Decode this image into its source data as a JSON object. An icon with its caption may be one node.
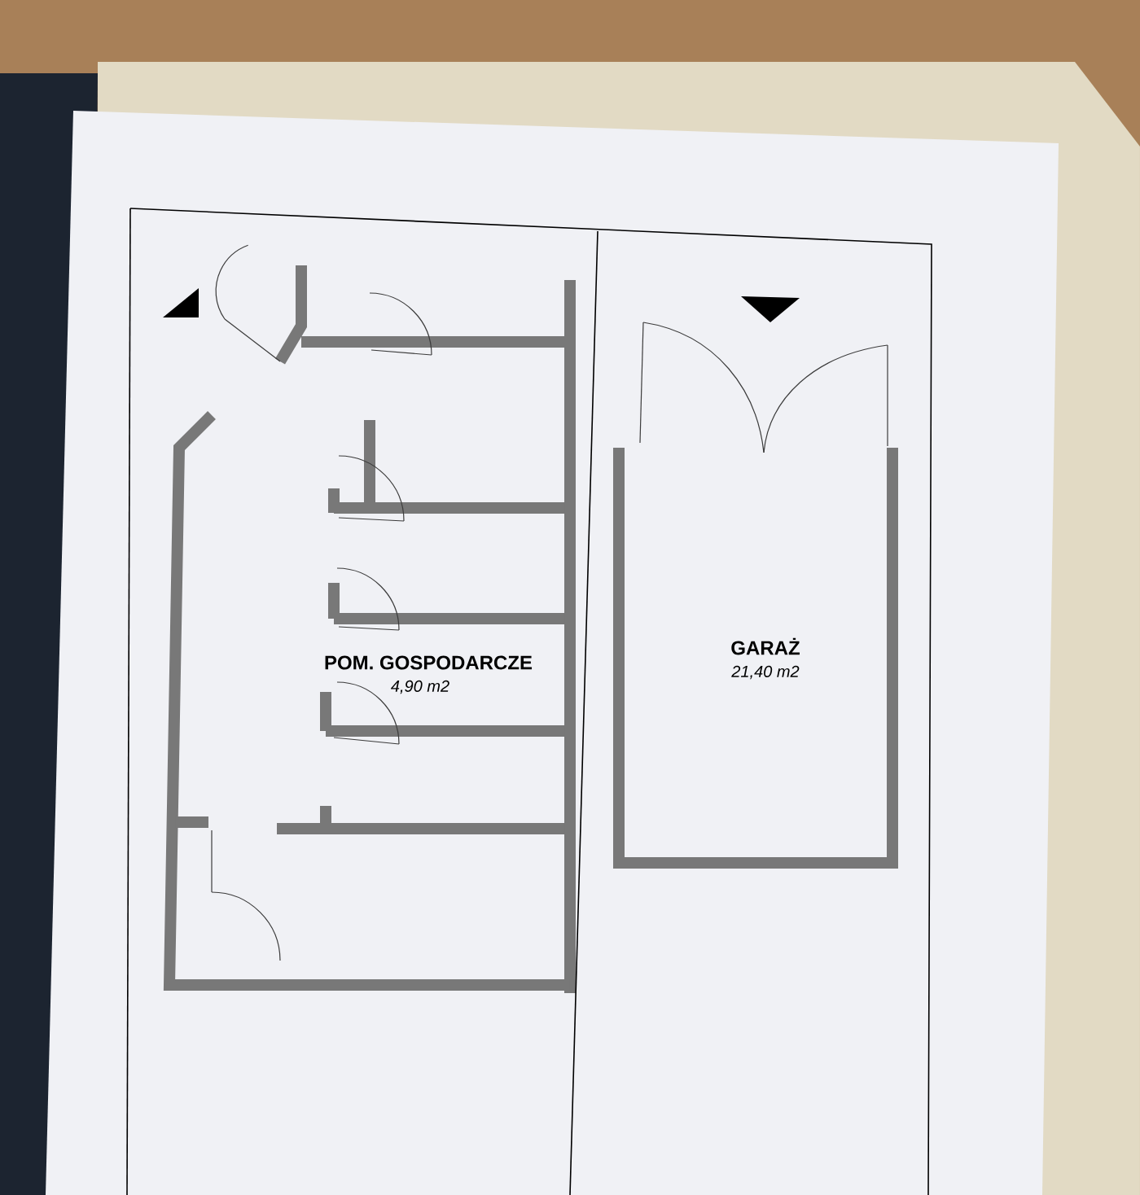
{
  "diagram": {
    "labels": [
      "POM. GOSPODARCZE",
      "4,90 m2",
      "GARAŻ",
      "21,40 m2"
    ]
  }
}
